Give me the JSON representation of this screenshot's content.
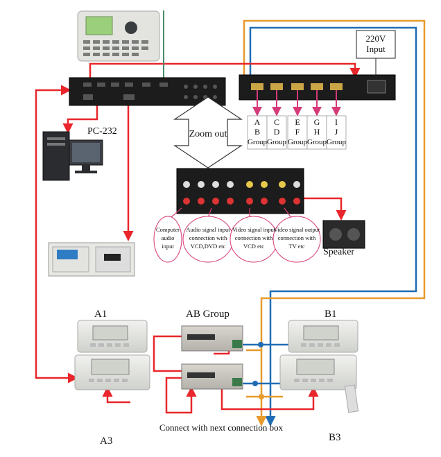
{
  "power_label_line1": "220V",
  "power_label_line2": "Input",
  "pc_label": "PC-232",
  "zoom_label": "Zoom out",
  "groups": [
    {
      "top": "A",
      "mid": "B",
      "bottom": "Group"
    },
    {
      "top": "C",
      "mid": "D",
      "bottom": "Group"
    },
    {
      "top": "E",
      "mid": "F",
      "bottom": "Group"
    },
    {
      "top": "G",
      "mid": "H",
      "bottom": "Group"
    },
    {
      "top": "I",
      "mid": "J",
      "bottom": "Group"
    }
  ],
  "callouts": [
    {
      "lines": [
        "Computer",
        "audio",
        "input"
      ]
    },
    {
      "lines": [
        "Audio signal input",
        "connection with",
        "VCD,DVD etc"
      ]
    },
    {
      "lines": [
        "Video signal input",
        "connection with",
        "VCD etc"
      ]
    },
    {
      "lines": [
        "Video signal output",
        "connection with",
        "TV etc"
      ]
    }
  ],
  "speaker_label": "Speaker",
  "panel_a1_label": "A1",
  "ab_group_label": "AB Group",
  "panel_b1_label": "B1",
  "panel_a3_label": "A3",
  "panel_b3_label": "B3",
  "connect_label": "Connect with next connection box",
  "colors": {
    "red_wire": "#e8262b",
    "blue_wire": "#1f6db5",
    "orange_wire": "#e89a2a",
    "green_wire": "#4a8a6a",
    "pink_arrow": "#d63a78",
    "device_dark": "#1c1c1c",
    "panel_light": "#e4e5e2"
  }
}
